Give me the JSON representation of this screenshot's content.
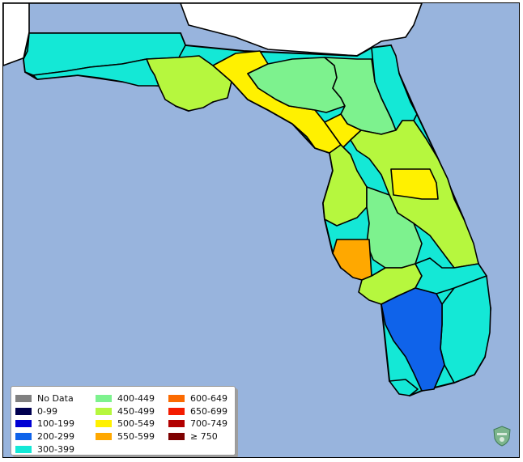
{
  "map": {
    "region": "Florida",
    "colors": {
      "water": "#98b4dd",
      "neighbor_land": "#ffffff",
      "border": "#000000"
    }
  },
  "legend": {
    "items": [
      {
        "label": "No Data",
        "color": "#808080"
      },
      {
        "label": "0-99",
        "color": "#00004f"
      },
      {
        "label": "100-199",
        "color": "#0000d4"
      },
      {
        "label": "200-299",
        "color": "#0f63ea"
      },
      {
        "label": "300-399",
        "color": "#14e8d6"
      },
      {
        "label": "400-449",
        "color": "#7df28e"
      },
      {
        "label": "450-499",
        "color": "#b6f73e"
      },
      {
        "label": "500-549",
        "color": "#fff100"
      },
      {
        "label": "550-599",
        "color": "#ffa800"
      },
      {
        "label": "600-649",
        "color": "#fb6a00"
      },
      {
        "label": "650-699",
        "color": "#f41c00"
      },
      {
        "label": "700-749",
        "color": "#b20000"
      },
      {
        "label": "≥ 750",
        "color": "#7d0000"
      }
    ]
  },
  "regions": [
    {
      "name": "panhandle-west",
      "bin": "300-399"
    },
    {
      "name": "panhandle-central",
      "bin": "450-499"
    },
    {
      "name": "panhandle-east",
      "bin": "300-399"
    },
    {
      "name": "big-bend",
      "bin": "500-549"
    },
    {
      "name": "north-central",
      "bin": "400-449"
    },
    {
      "name": "northeast",
      "bin": "400-449"
    },
    {
      "name": "northeast-coast",
      "bin": "300-399"
    },
    {
      "name": "nature-coast",
      "bin": "500-549"
    },
    {
      "name": "central-west",
      "bin": "450-499"
    },
    {
      "name": "central-east",
      "bin": "450-499"
    },
    {
      "name": "central-mid",
      "bin": "400-449"
    },
    {
      "name": "central-yellow",
      "bin": "500-549"
    },
    {
      "name": "sarasota-manatee",
      "bin": "550-599"
    },
    {
      "name": "southwest",
      "bin": "450-499"
    },
    {
      "name": "south-central",
      "bin": "300-399"
    },
    {
      "name": "southeast",
      "bin": "300-399"
    },
    {
      "name": "collier-everglades",
      "bin": "200-299"
    },
    {
      "name": "keys",
      "bin": "300-399"
    }
  ]
}
